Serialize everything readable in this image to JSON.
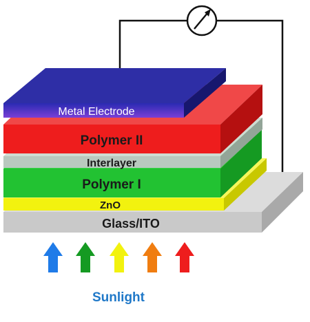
{
  "layers": [
    {
      "id": "glass",
      "label": "Glass/ITO",
      "front": "#c9c9c9",
      "top": "#dcdcdc",
      "side": "#a9a9a9",
      "text_color": "#1a1a1a",
      "bold": true
    },
    {
      "id": "zno",
      "label": "ZnO",
      "front": "#f2f20f",
      "top": "#f7f75a",
      "side": "#c8c800",
      "text_color": "#1a1a1a",
      "bold": true
    },
    {
      "id": "polymer1",
      "label": "Polymer I",
      "front": "#22c232",
      "top": "#34d247",
      "side": "#159a22",
      "text_color": "#1a1a1a",
      "bold": true
    },
    {
      "id": "interlayer",
      "label": "Interlayer",
      "front": "#b9c9bf",
      "top": "#cfdcd2",
      "side": "#93a598",
      "text_color": "#1a1a1a",
      "bold": true
    },
    {
      "id": "polymer2",
      "label": "Polymer II",
      "front": "#ee1d1d",
      "top": "#f04848",
      "side": "#b51010",
      "text_color": "#1a1a1a",
      "bold": true
    },
    {
      "id": "metal",
      "label": "Metal Electrode",
      "front": "#4a3fd0",
      "top": "#2e2ea6",
      "side": "#17176e",
      "text_color": "#ffffff",
      "bold": false
    }
  ],
  "arrows": [
    {
      "color": "#1f7be8"
    },
    {
      "color": "#159a22"
    },
    {
      "color": "#f2f20f"
    },
    {
      "color": "#f07d10"
    },
    {
      "color": "#ee1d1d"
    }
  ],
  "caption": {
    "label": "Sunlight",
    "color": "#1f78c8"
  },
  "meter": {
    "icon": "ammeter-icon"
  }
}
